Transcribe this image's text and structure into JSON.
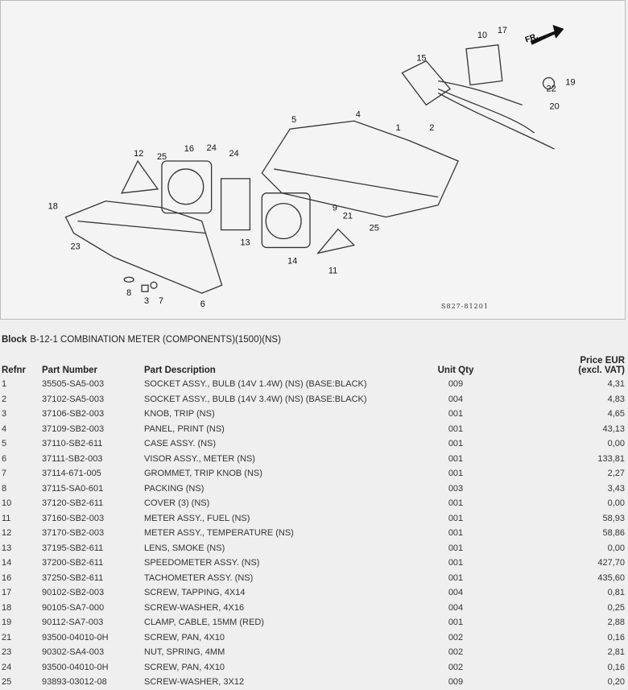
{
  "diagram": {
    "code": "S827-81201",
    "direction_label": "FR.",
    "callouts": [
      "1",
      "2",
      "3",
      "4",
      "5",
      "6",
      "7",
      "8",
      "9",
      "10",
      "11",
      "12",
      "13",
      "14",
      "15",
      "16",
      "17",
      "18",
      "19",
      "20",
      "21",
      "22",
      "23",
      "24",
      "24",
      "25",
      "25"
    ]
  },
  "block": {
    "label": "Block",
    "title": "B-12-1 COMBINATION METER (COMPONENTS)(1500)(NS)"
  },
  "table": {
    "headers": {
      "refnr": "Refnr",
      "part_number": "Part Number",
      "description": "Part Description",
      "qty": "Unit Qty",
      "price_line1": "Price EUR",
      "price_line2": "(excl. VAT)"
    },
    "rows": [
      [
        "1",
        "35505-SA5-003",
        "SOCKET ASSY., BULB (14V 1.4W) (NS) (BASE:BLACK)",
        "009",
        "4,31"
      ],
      [
        "2",
        "37102-SA5-003",
        "SOCKET ASSY., BULB (14V 3.4W) (NS) (BASE:BLACK)",
        "004",
        "4,83"
      ],
      [
        "3",
        "37106-SB2-003",
        "KNOB, TRIP (NS)",
        "001",
        "4,65"
      ],
      [
        "4",
        "37109-SB2-003",
        "PANEL, PRINT (NS)",
        "001",
        "43,13"
      ],
      [
        "5",
        "37110-SB2-611",
        "CASE ASSY. (NS)",
        "001",
        "0,00"
      ],
      [
        "6",
        "37111-SB2-003",
        "VISOR ASSY., METER (NS)",
        "001",
        "133,81"
      ],
      [
        "7",
        "37114-671-005",
        "GROMMET, TRIP KNOB (NS)",
        "001",
        "2,27"
      ],
      [
        "8",
        "37115-SA0-601",
        "PACKING (NS)",
        "003",
        "3,43"
      ],
      [
        "10",
        "37120-SB2-611",
        "COVER (3) (NS)",
        "001",
        "0,00"
      ],
      [
        "11",
        "37160-SB2-003",
        "METER ASSY., FUEL (NS)",
        "001",
        "58,93"
      ],
      [
        "12",
        "37170-SB2-003",
        "METER ASSY., TEMPERATURE (NS)",
        "001",
        "58,86"
      ],
      [
        "13",
        "37195-SB2-611",
        "LENS, SMOKE (NS)",
        "001",
        "0,00"
      ],
      [
        "14",
        "37200-SB2-611",
        "SPEEDOMETER ASSY. (NS)",
        "001",
        "427,70"
      ],
      [
        "16",
        "37250-SB2-611",
        "TACHOMETER ASSY. (NS)",
        "001",
        "435,60"
      ],
      [
        "17",
        "90102-SB2-003",
        "SCREW, TAPPING, 4X14",
        "004",
        "0,81"
      ],
      [
        "18",
        "90105-SA7-000",
        "SCREW-WASHER, 4X16",
        "004",
        "0,25"
      ],
      [
        "19",
        "90112-SA7-003",
        "CLAMP, CABLE, 15MM (RED)",
        "001",
        "2,88"
      ],
      [
        "21",
        "93500-04010-0H",
        "SCREW, PAN, 4X10",
        "002",
        "0,16"
      ],
      [
        "23",
        "90302-SA4-003",
        "NUT, SPRING, 4MM",
        "002",
        "2,81"
      ],
      [
        "24",
        "93500-04010-0H",
        "SCREW, PAN, 4X10",
        "002",
        "0,16"
      ],
      [
        "25",
        "93893-03012-08",
        "SCREW-WASHER, 3X12",
        "009",
        "0,20"
      ]
    ]
  }
}
